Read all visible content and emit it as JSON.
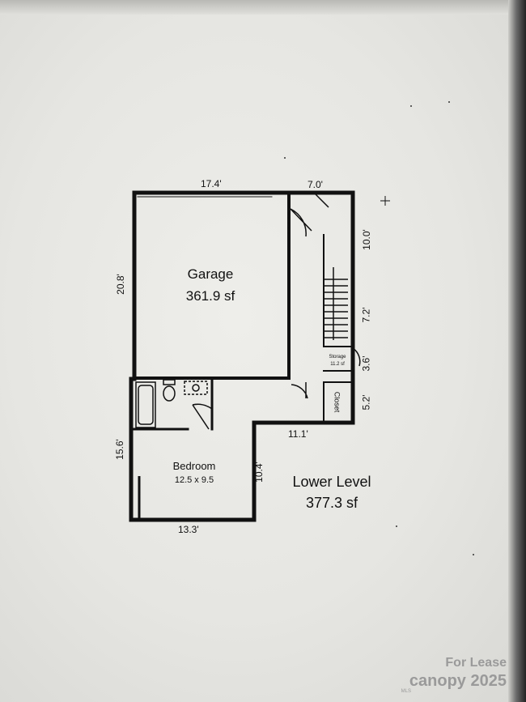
{
  "plan": {
    "garage": {
      "name": "Garage",
      "area": "361.9 sf"
    },
    "bedroom": {
      "name": "Bedroom",
      "size": "12.5 x 9.5"
    },
    "storage": {
      "name": "Storage",
      "area": "11.2 sf"
    },
    "closet": {
      "name": "Closet"
    },
    "level": {
      "name": "Lower Level",
      "area": "377.3 sf"
    },
    "dims": {
      "top_garage": "17.4'",
      "top_stair": "7.0'",
      "left_garage": "20.8'",
      "right_upper": "10.0'",
      "right_stair": "7.2'",
      "right_storage": "3.6'",
      "right_closet": "5.2'",
      "mid_horizontal": "11.1'",
      "bedroom_right": "10.4'",
      "left_bedroom": "15.6'",
      "bottom_bedroom": "13.3'"
    }
  },
  "watermark": {
    "line1": "For Lease",
    "brand": "canopy",
    "year": "2025",
    "sub": "MLS"
  },
  "colors": {
    "ink": "#111111",
    "paper": "#e9e9e5",
    "watermark": "#9a9a9a"
  }
}
